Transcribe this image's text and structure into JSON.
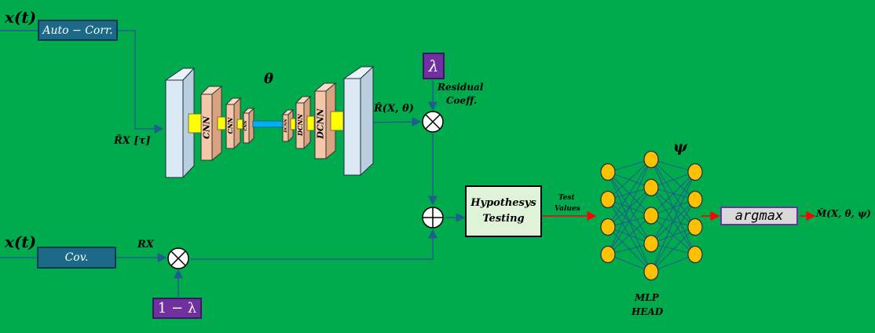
{
  "inputs": {
    "top": "x(t)",
    "bottom": "x(t)"
  },
  "blocks": {
    "autocorr": "Auto − Corr.",
    "cov": "Cov."
  },
  "signals": {
    "rx_tau": "R̂X [τ]",
    "rx": "RX",
    "r_hat": "R̂(X, θ)"
  },
  "autoencoder": {
    "theta": "θ",
    "encoder_labels": [
      "CNN",
      "CNN",
      "CNN"
    ],
    "decoder_labels": [
      "DCNN",
      "DCNN",
      "DCNN"
    ]
  },
  "lambda": {
    "value": "λ",
    "one_minus": "1 − λ",
    "residual_label": "Residual",
    "coeff_label": "Coeff."
  },
  "hypothesis": {
    "line1": "Hypothesys",
    "line2": "Testing"
  },
  "test_values": {
    "line1": "Test",
    "line2": "Values"
  },
  "mlp": {
    "psi": "ψ",
    "head_line1": "MLP",
    "head_line2": "HEAD",
    "layers": [
      4,
      5,
      4
    ]
  },
  "output": {
    "argmax": "argmax",
    "result": "M̂(X, θ, ψ)"
  },
  "colors": {
    "background": "#00ab4e",
    "line": "#1f5f8b",
    "teal_box": "#1d6a88",
    "purple_box": "#7030a0",
    "node": "#ffc000",
    "cnn": "#f4c7a8",
    "bottleneck": "#00b0f0",
    "connector": "#ffff00",
    "io_block": "#dbe9f4",
    "arrow_red": "#ff0000"
  }
}
